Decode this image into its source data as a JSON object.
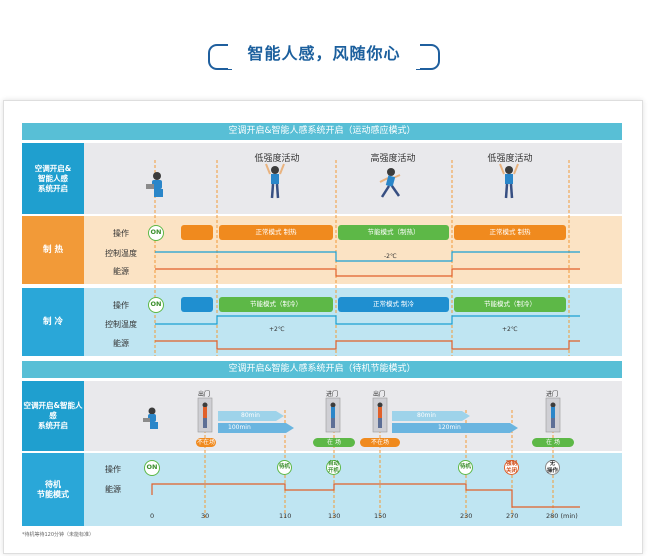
{
  "header": {
    "title": "智能人感，风随你心"
  },
  "section1": {
    "title": "空调开启&智能人感系统开启（运动感应模式）",
    "system_label": "空调开启&\n智能人感\n系统开启",
    "activities": [
      "低强度活动",
      "高强度活动",
      "低强度活动"
    ],
    "heat": {
      "label": "制 热",
      "rows": [
        "操作",
        "控制温度",
        "能源"
      ],
      "on": "ON",
      "pills": [
        "正常模式 制热",
        "节能模式（制热）",
        "正常模式 制热"
      ],
      "temp": "-2℃"
    },
    "cool": {
      "label": "制 冷",
      "rows": [
        "操作",
        "控制温度",
        "能源"
      ],
      "on": "ON",
      "pills": [
        "节能模式（制冷）",
        "正常模式 制冷",
        "节能模式（制冷）"
      ],
      "temps": [
        "+2℃",
        "+2℃"
      ]
    }
  },
  "section2": {
    "title": "空调开启&智能人感系统开启（待机节能模式）",
    "system_label": "空调开启&智能人感\n系统开启",
    "events": {
      "out1": "出门",
      "in1": "进门",
      "out2": "出门",
      "in2": "进门"
    },
    "arrows": {
      "a1": "80min",
      "a2": "100min",
      "a3": "80min",
      "a4": "120min"
    },
    "tags": {
      "absent1": "不在场",
      "present1": "在 场",
      "absent2": "不在场",
      "present2": "在 场"
    },
    "standby": {
      "label": "待机\n节能模式",
      "rows": [
        "操作",
        "能源"
      ],
      "on": "ON",
      "c1": "待机",
      "c2": "自动\n开机",
      "c3": "待机",
      "c4": "强制\n关闭",
      "c5": "无\n操作"
    },
    "ticks": [
      "0",
      "30",
      "110",
      "130",
      "150",
      "230",
      "270",
      "280 (min)"
    ]
  },
  "footnote": "*待机等待120分钟（未能标准）"
}
